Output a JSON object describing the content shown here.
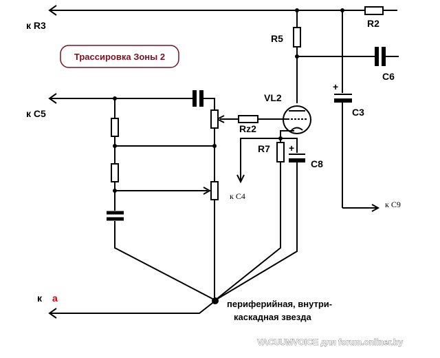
{
  "title": "Трассировка Зоны 2",
  "colors": {
    "title_border": "#7a1020",
    "accent_red": "#d00000",
    "wire": "#000000"
  },
  "labels": {
    "k_r3": "к R3",
    "r2": "R2",
    "r5": "R5",
    "c6": "C6",
    "c3": "C3",
    "vl2": "VL2",
    "k_c5": "к C5",
    "rz2": "Rz2",
    "r7": "R7",
    "c8": "C8",
    "k_c4": "к C4",
    "k_c9": "к C9",
    "k": "к",
    "a": "а",
    "star_line1": "периферийная, внутри-",
    "star_line2": "каскадная звезда",
    "watermark": "VACUUMVOICE для forum.onliner.by",
    "plus": "+"
  }
}
